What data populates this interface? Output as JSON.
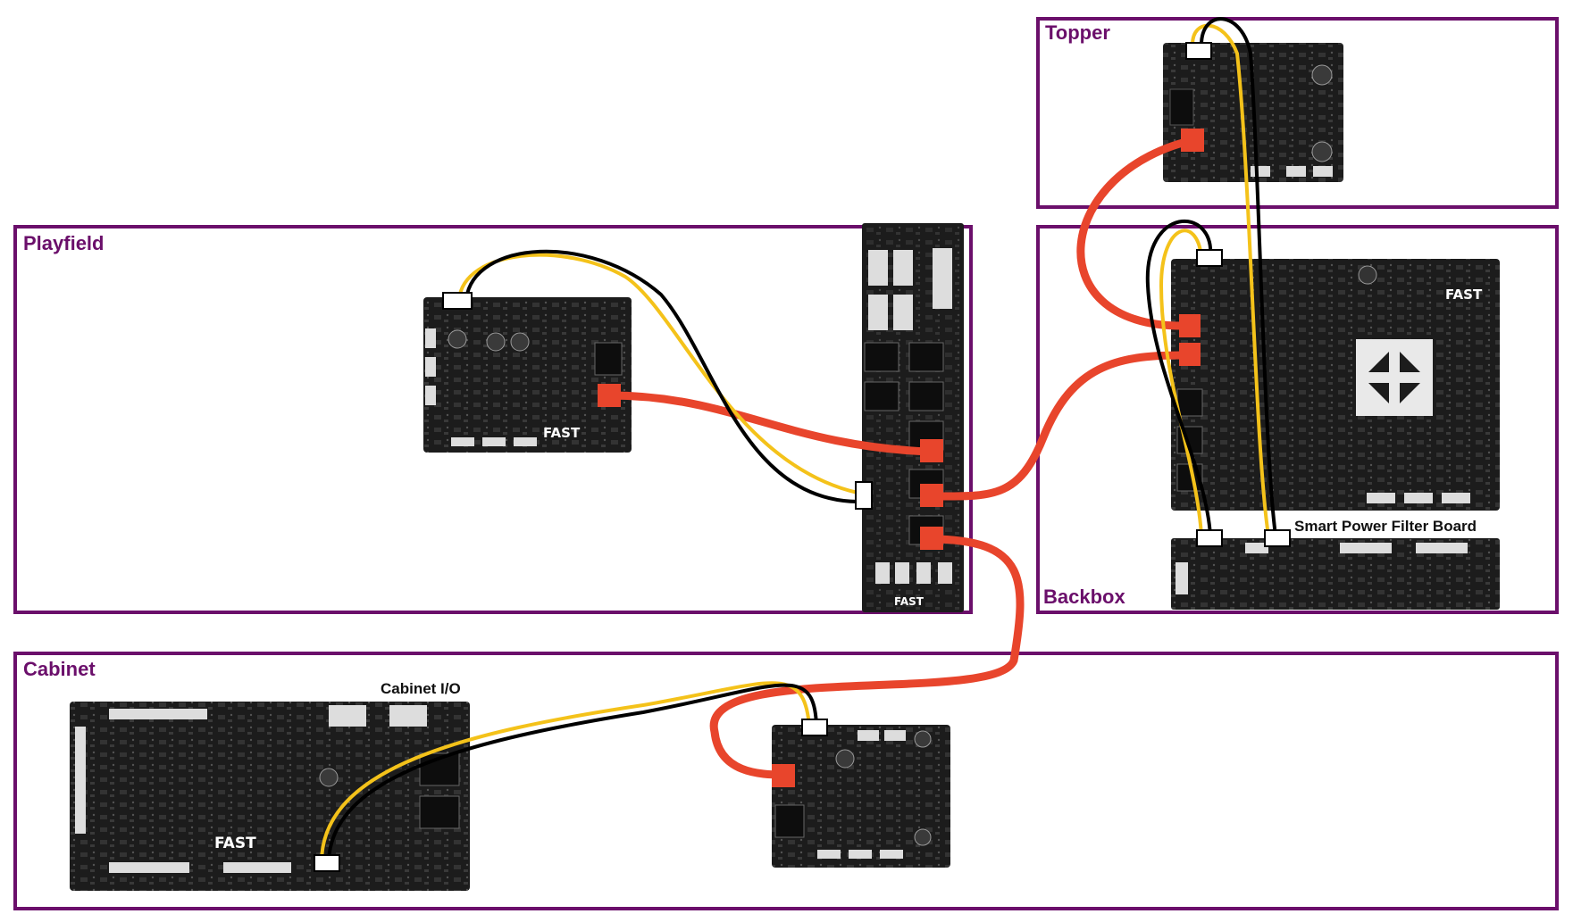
{
  "zones": {
    "topper": "Topper",
    "playfield": "Playfield",
    "backbox": "Backbox",
    "cabinet": "Cabinet"
  },
  "boards": {
    "cabinet_io": "Cabinet I/O",
    "smart_power_filter": "Smart Power Filter Board"
  },
  "board_brand": "FAST",
  "colors": {
    "zone_border": "#6b0f6b",
    "board": "#1c1c1c",
    "loop_cable": "#e8452c",
    "power_wire_yellow": "#f4c21a",
    "power_wire_black": "#000000"
  }
}
